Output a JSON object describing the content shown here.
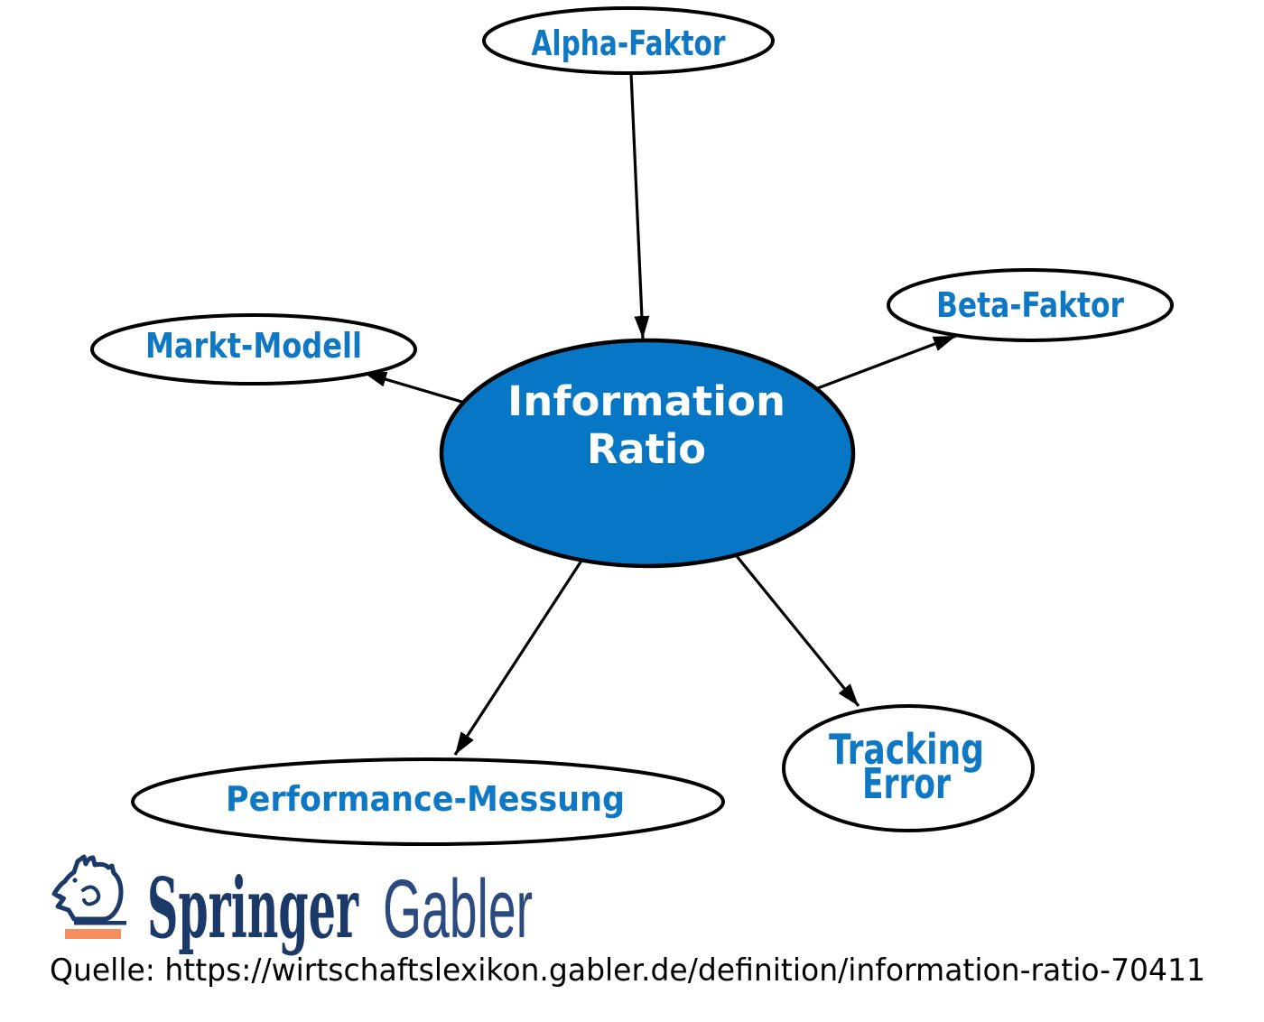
{
  "diagram": {
    "center_node": {
      "line1": "Information",
      "line2": "Ratio"
    },
    "nodes": {
      "alpha": {
        "label": "Alpha-Faktor"
      },
      "beta": {
        "label": "Beta-Faktor"
      },
      "markt": {
        "label": "Markt-Modell"
      },
      "performance": {
        "label": "Performance-Messung"
      },
      "tracking": {
        "line1": "Tracking",
        "line2": "Error"
      }
    },
    "colors": {
      "center_fill": "#0776C4",
      "center_text": "#FFFFFF",
      "label_text": "#0E78C5",
      "outline": "#000000"
    }
  },
  "footer": {
    "logo": {
      "brand": "Springer",
      "sub_brand": "Gabler",
      "horse_icon": "springer-horse",
      "navy": "#1B3A69",
      "sub_brand_color": "#2B4B80",
      "orange": "#F78E5E"
    },
    "source_line": "Quelle: https://wirtschaftslexikon.gabler.de/definition/information-ratio-70411"
  }
}
